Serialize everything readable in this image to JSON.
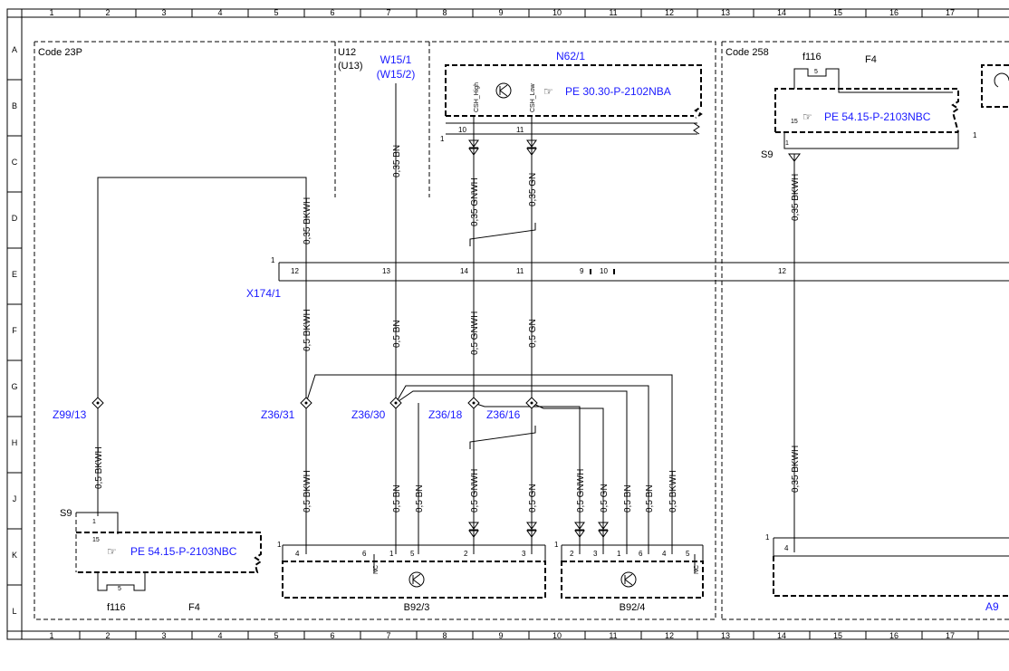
{
  "grid": {
    "columns": [
      "1",
      "2",
      "3",
      "4",
      "5",
      "6",
      "7",
      "8",
      "9",
      "10",
      "11",
      "12",
      "13",
      "14",
      "15",
      "16",
      "17"
    ],
    "rows": [
      "A",
      "B",
      "C",
      "D",
      "E",
      "F",
      "G",
      "H",
      "J",
      "K",
      "L"
    ]
  },
  "codes": {
    "left": "Code 23P",
    "right": "Code 258"
  },
  "u12": {
    "line1": "U12",
    "line2": "(U13)"
  },
  "w15": {
    "line1": "W15/1",
    "line2": "(W15/2)"
  },
  "n62": {
    "name": "N62/1",
    "ref": "PE 30.30-P-2102NBA",
    "sig_high": "CSH_High",
    "sig_low": "CSH_Low",
    "pin_a": "10",
    "pin_b": "11",
    "conn": "1"
  },
  "x174": {
    "name": "X174/1",
    "conn": "1",
    "pins": [
      "12",
      "13",
      "14",
      "11",
      "9",
      "10",
      "12"
    ]
  },
  "wires": {
    "upper": [
      "0,35 BKWH",
      "0,35 BN",
      "0,35 GNWH",
      "0,35 GN",
      "0,35 BKWH"
    ],
    "mid": [
      "0,5 BKWH",
      "0,5 BN",
      "0,5 GNWH",
      "0,5 GN",
      "0,5 BKWH"
    ],
    "lower": [
      "0,5 BKWH",
      "0,5 BN",
      "0,5 BN",
      "0,5 GNWH",
      "0,5 GN",
      "0,5 GNWH",
      "0,5 GN",
      "0,5 BN",
      "0,5 BN",
      "0,5 BKWH",
      "0,35 BKWH"
    ]
  },
  "splices": [
    "Z99/13",
    "Z36/31",
    "Z36/30",
    "Z36/18",
    "Z36/16"
  ],
  "fuse_left": {
    "relay": "S9",
    "pin_top": "1",
    "pin_mid": "15",
    "ref": "PE 54.15-P-2103NBC",
    "fuse_num": "5",
    "fuse": "f116",
    "name": "F4"
  },
  "fuse_right": {
    "relay": "S9",
    "pin_top": "1",
    "pin_mid": "15",
    "ref": "PE 54.15-P-2103NBC",
    "fuse_num": "5",
    "fuse": "f116",
    "name": "F4",
    "conn": "1"
  },
  "b92_3": {
    "name": "B92/3",
    "conn": "1",
    "pins": [
      "4",
      "6",
      "1",
      "5",
      "2",
      "3"
    ],
    "nc": "NC"
  },
  "b92_4": {
    "name": "B92/4",
    "conn": "1",
    "pins": [
      "2",
      "3",
      "1",
      "6",
      "4",
      "5"
    ],
    "nc": "NC"
  },
  "a9": {
    "name": "A9",
    "conn": "1",
    "pin": "4"
  },
  "right_edge": {
    "conn": "1"
  }
}
